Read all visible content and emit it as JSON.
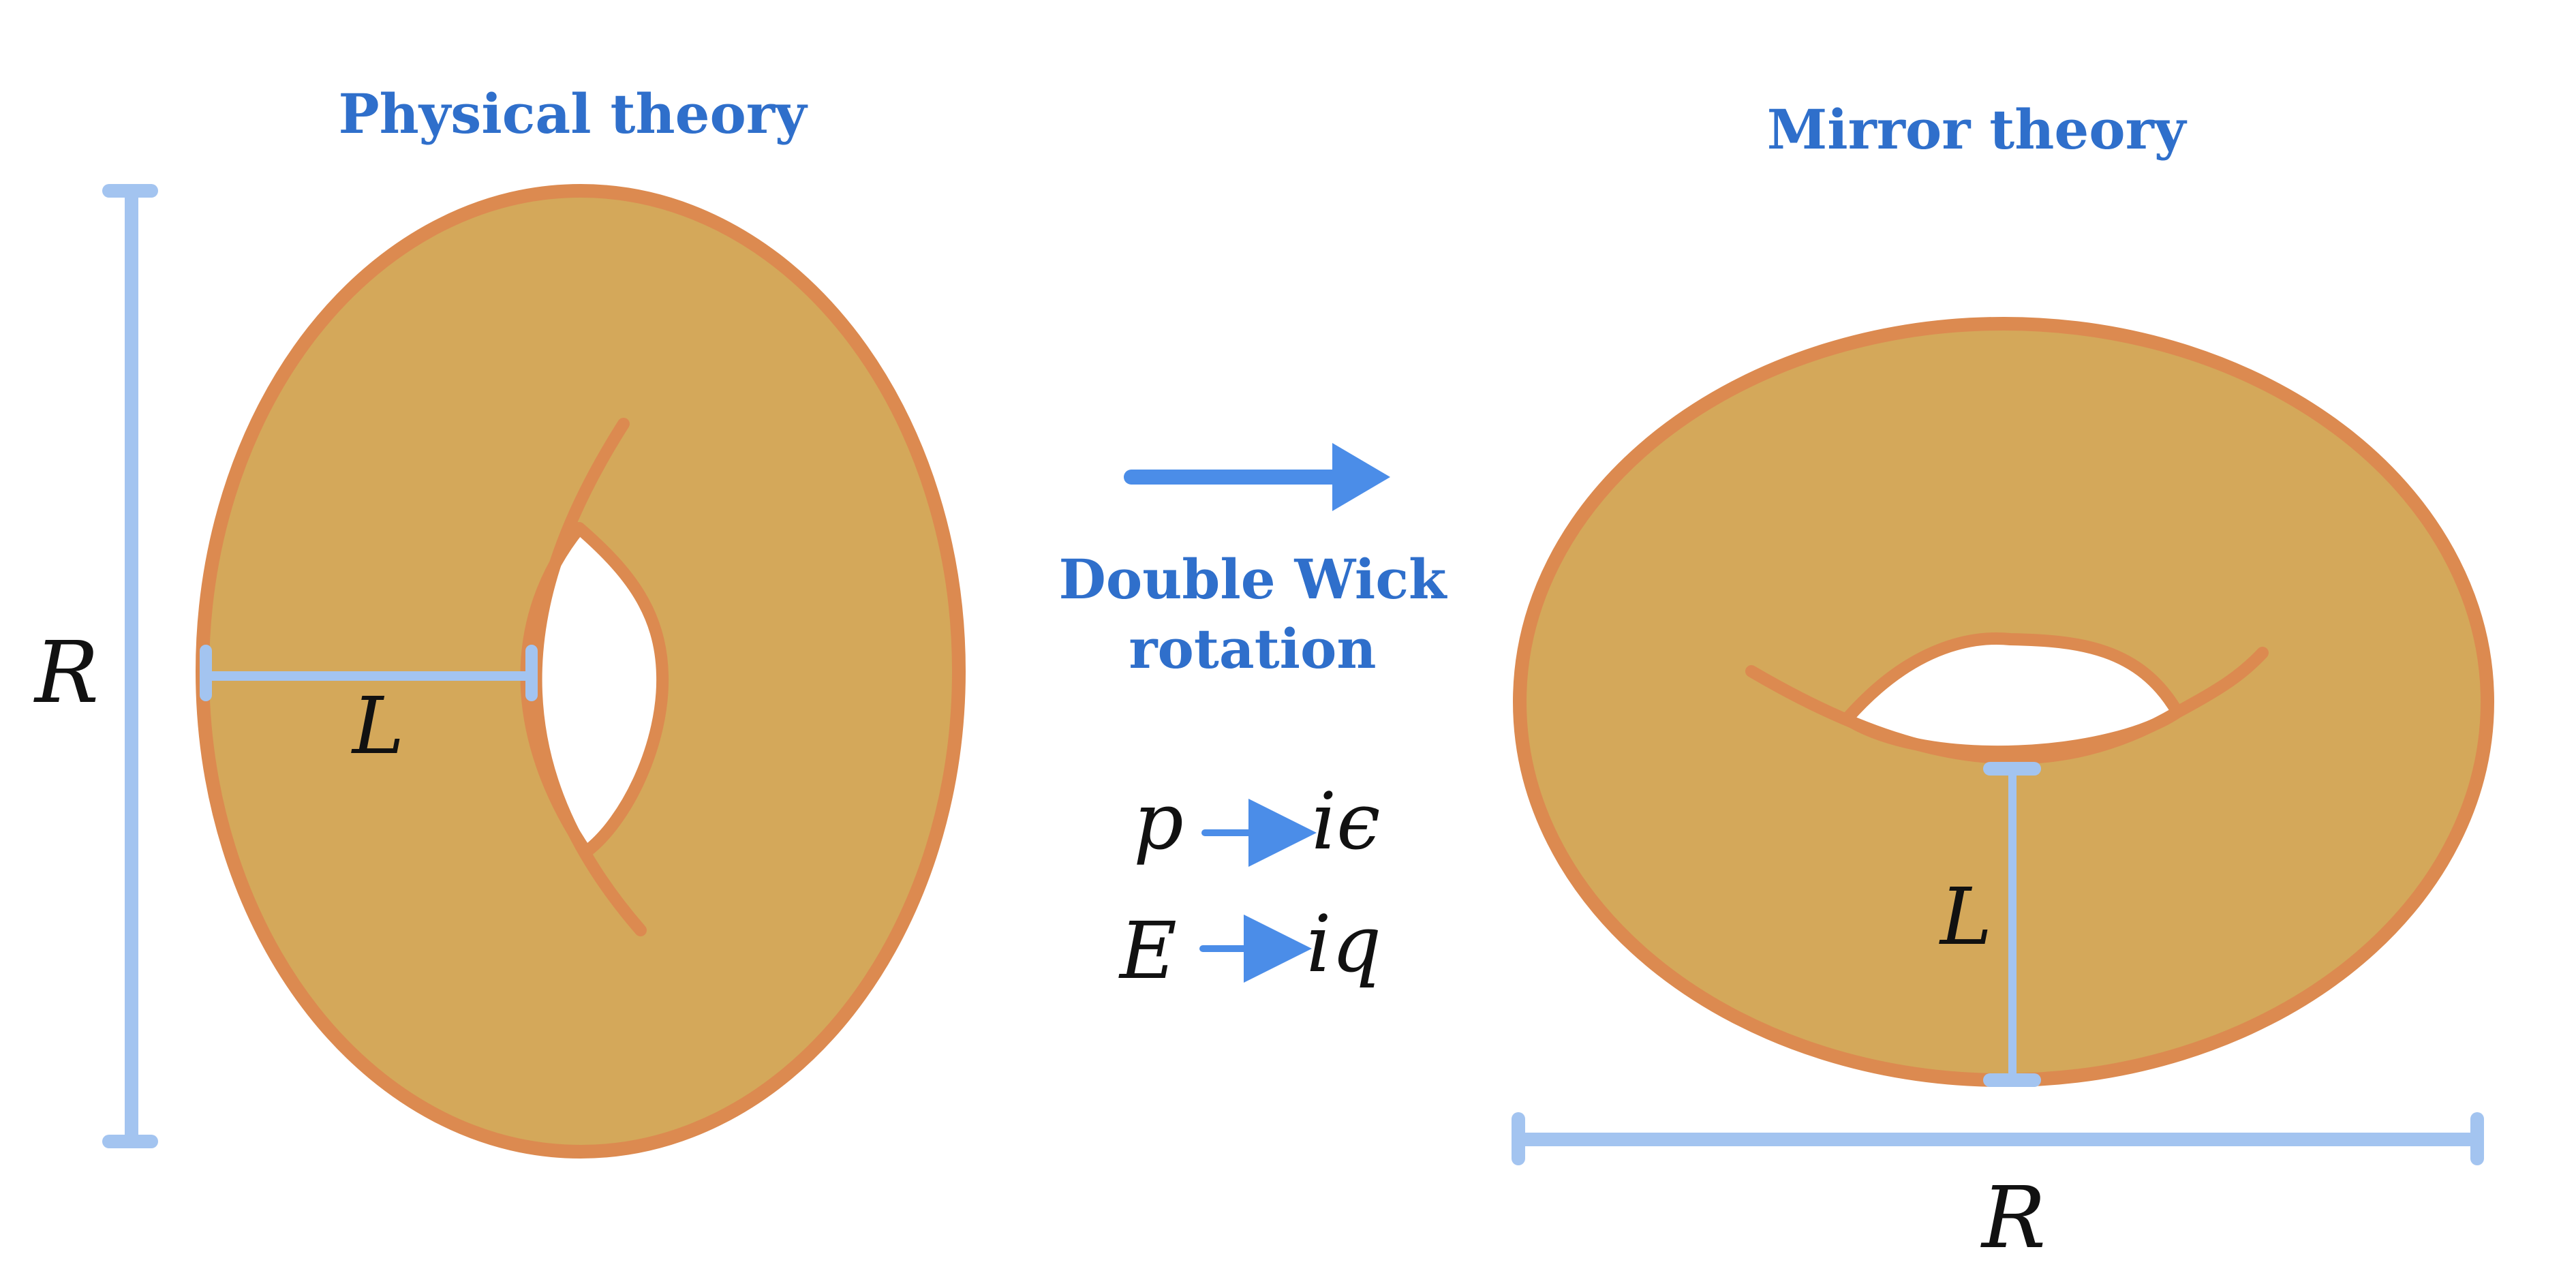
{
  "colors": {
    "torus_fill": "#D4A85A",
    "torus_stroke": "#DC8A50",
    "dimension": "#A3C4F0",
    "arrow": "#4B8DE8",
    "label_blue": "#2F6FCB",
    "text": "#111111"
  },
  "left_panel": {
    "title": "Physical theory",
    "size_label": "R",
    "length_label": "L"
  },
  "middle": {
    "caption_line1": "Double Wick",
    "caption_line2": "rotation",
    "map1_from": "p",
    "map1_to": "iϵ",
    "map2_from": "E",
    "map2_to": "iq"
  },
  "right_panel": {
    "title": "Mirror theory",
    "size_label": "R",
    "length_label": "L"
  }
}
